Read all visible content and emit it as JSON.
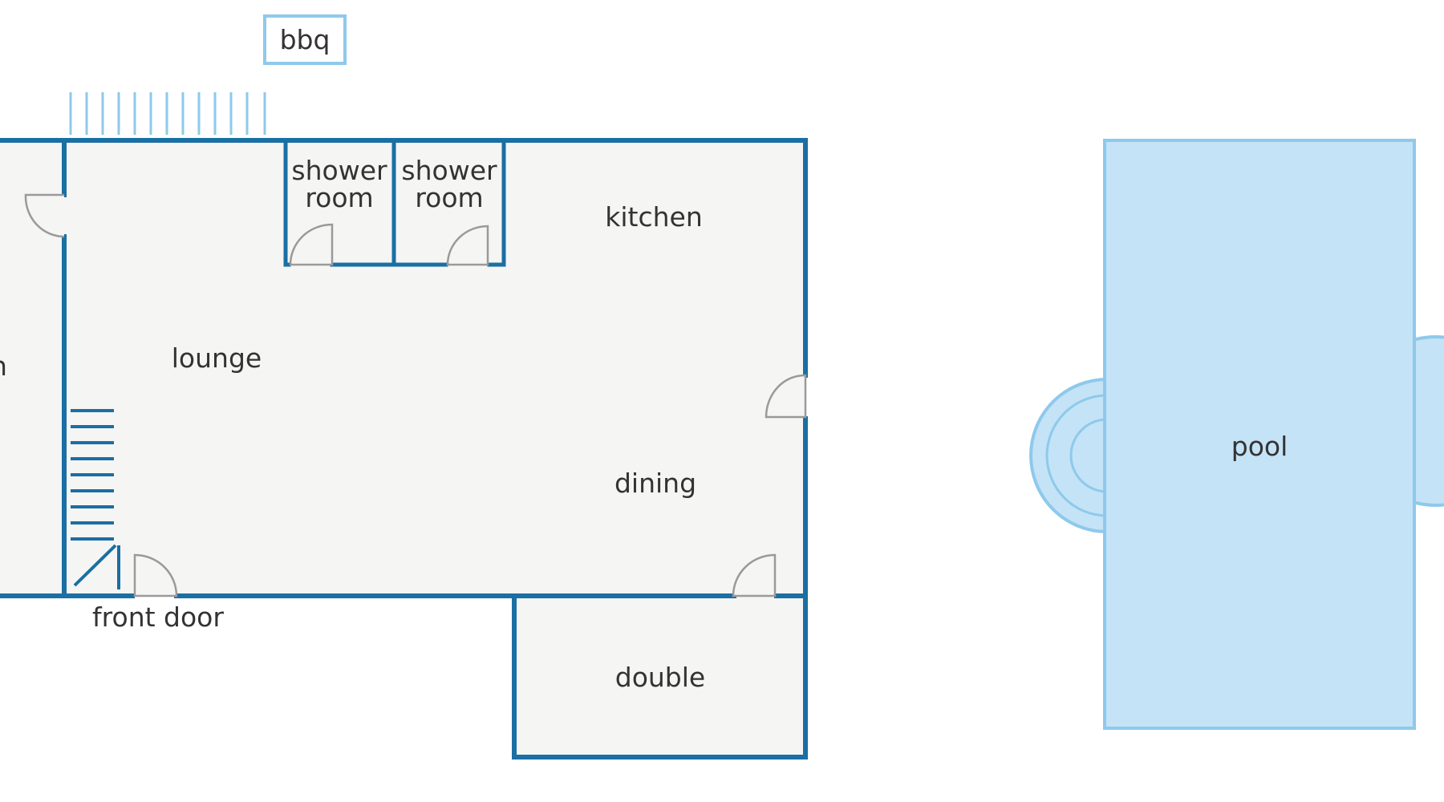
{
  "labels": {
    "bbq": "bbq",
    "shower_room_1_line1": "shower",
    "shower_room_1_line2": "room",
    "shower_room_2_line1": "shower",
    "shower_room_2_line2": "room",
    "kitchen": "kitchen",
    "lounge": "lounge",
    "dining": "dining",
    "front_door": "front door",
    "double": "double",
    "pool": "pool",
    "clipped_left_room": "n"
  },
  "colors": {
    "wall": "#1a6fa3",
    "floor": "#f5f5f4",
    "pool_fill": "#c4e3f6",
    "pool_outline": "#8ec9ec",
    "door": "#9a9a9a",
    "text": "#333333"
  }
}
